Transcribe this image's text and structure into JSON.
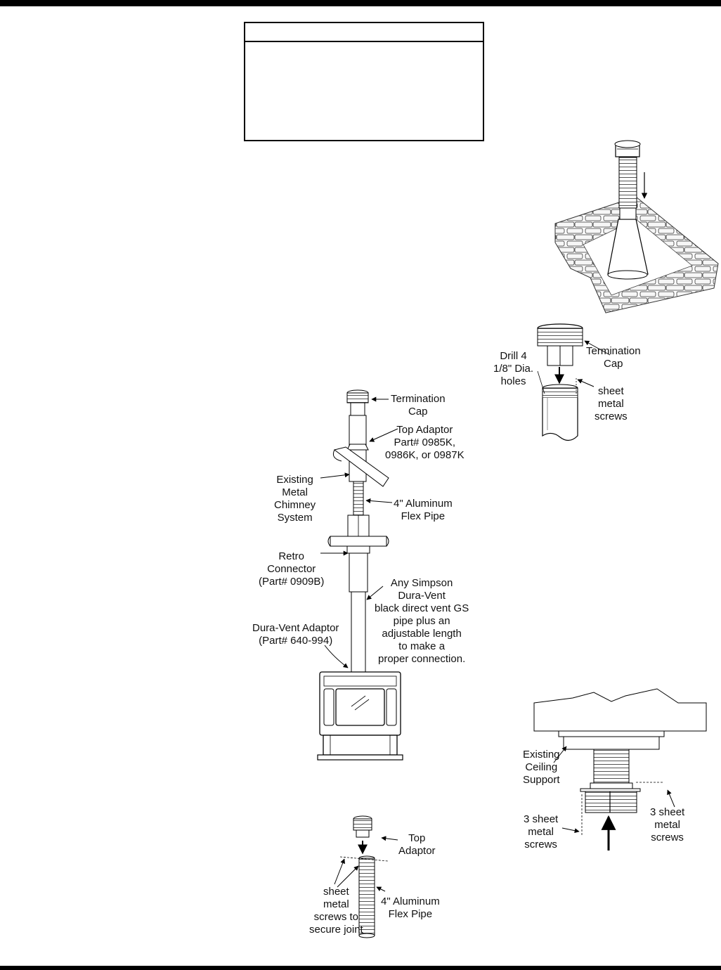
{
  "fig_roof": {},
  "fig_cap": {
    "drill": "Drill 4\n1/8\" Dia.\nholes",
    "termination_cap": "Termination\nCap",
    "screws": "sheet\nmetal\nscrews"
  },
  "fig_chimney": {
    "termination_cap": "Termination\nCap",
    "top_adaptor": "Top Adaptor\nPart# 0985K,\n0986K, or 0987K",
    "existing_chimney": "Existing\nMetal\nChimney\nSystem",
    "flex_pipe": "4\" Aluminum\nFlex Pipe",
    "retro_connector": "Retro\nConnector\n(Part# 0909B)",
    "simpson_pipe": "Any Simpson\nDura-Vent\nblack direct vent GS\npipe plus an\nadjustable length\nto make a\nproper connection.",
    "duravent_adaptor": "Dura-Vent Adaptor\n(Part# 640-994)"
  },
  "fig_ceiling": {
    "ceiling_support": "Existing\nCeiling\nSupport",
    "screws_left": "3 sheet\nmetal\nscrews",
    "screws_right": "3 sheet\nmetal\nscrews"
  },
  "fig_adaptor": {
    "top_adaptor": "Top\nAdaptor",
    "screws": "sheet\nmetal\nscrews to\nsecure joint",
    "flex_pipe": "4\" Aluminum\nFlex Pipe"
  }
}
